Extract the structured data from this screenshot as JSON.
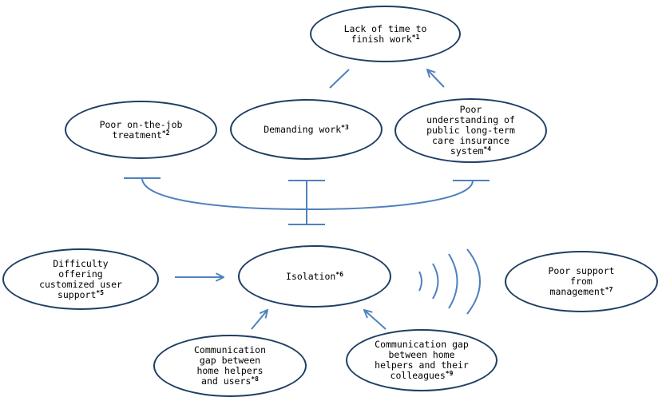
{
  "colors": {
    "node_border": "#1f3e63",
    "connector": "#4f81bd"
  },
  "nodes": {
    "lack_of_time": {
      "lines": [
        "Lack of time to",
        "finish work"
      ],
      "note": "*1"
    },
    "poor_ojt": {
      "lines": [
        "Poor on-the-job",
        "treatment"
      ],
      "note": "*2"
    },
    "demanding_work": {
      "lines": [
        "Demanding work"
      ],
      "note": "*3"
    },
    "poor_understanding": {
      "lines": [
        "Poor",
        "understanding of",
        "public long-term",
        "care insurance",
        "system"
      ],
      "note": "*4"
    },
    "difficulty_support": {
      "lines": [
        "Difficulty",
        "offering",
        "customized user",
        "support"
      ],
      "note": "*5"
    },
    "isolation": {
      "lines": [
        "Isolation"
      ],
      "note": "*6"
    },
    "poor_mgmt": {
      "lines": [
        "Poor support",
        "from",
        "management"
      ],
      "note": "*7"
    },
    "comm_gap_users": {
      "lines": [
        "Communication",
        "gap between",
        "home helpers",
        "and users"
      ],
      "note": "*8"
    },
    "comm_gap_colleagues": {
      "lines": [
        "Communication gap",
        "between home",
        "helpers and their",
        "colleagues"
      ],
      "note": "*9"
    }
  }
}
